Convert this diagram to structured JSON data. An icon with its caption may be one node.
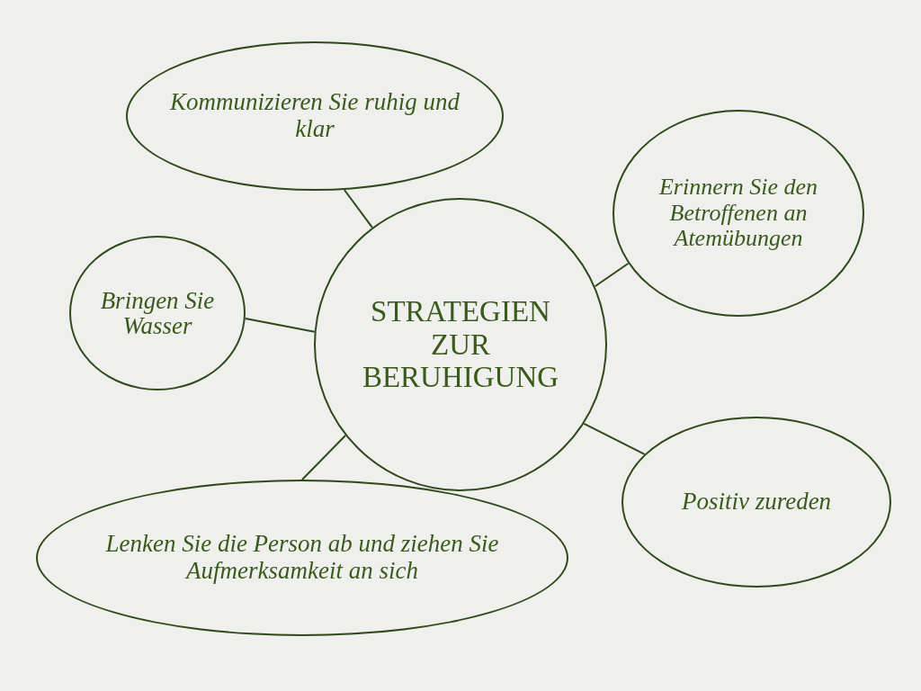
{
  "diagram": {
    "nodes": [
      {
        "text": [
          "STRATEGIEN ZUR BERUHIGUNG"
        ]
      },
      {
        "text": [
          "Kommunizieren Sie ruhig und klar"
        ]
      },
      {
        "text": [
          "Erinnern Sie den Betroffenen an Atemübungen"
        ]
      },
      {
        "text": [
          "Bringen Sie Wasser"
        ]
      },
      {
        "text": [
          "Positiv zureden"
        ]
      },
      {
        "text": [
          "Lenken Sie die Person ab und ziehen Sie Aufmerksamkeit an sich"
        ]
      }
    ],
    "edges": [
      {
        "from": 0,
        "to": 1,
        "arrow": "none"
      },
      {
        "from": 0,
        "to": 2,
        "arrow": "none"
      },
      {
        "from": 0,
        "to": 3,
        "arrow": "none"
      },
      {
        "from": 0,
        "to": 4,
        "arrow": "none"
      },
      {
        "from": 0,
        "to": 5,
        "arrow": "none"
      }
    ]
  }
}
